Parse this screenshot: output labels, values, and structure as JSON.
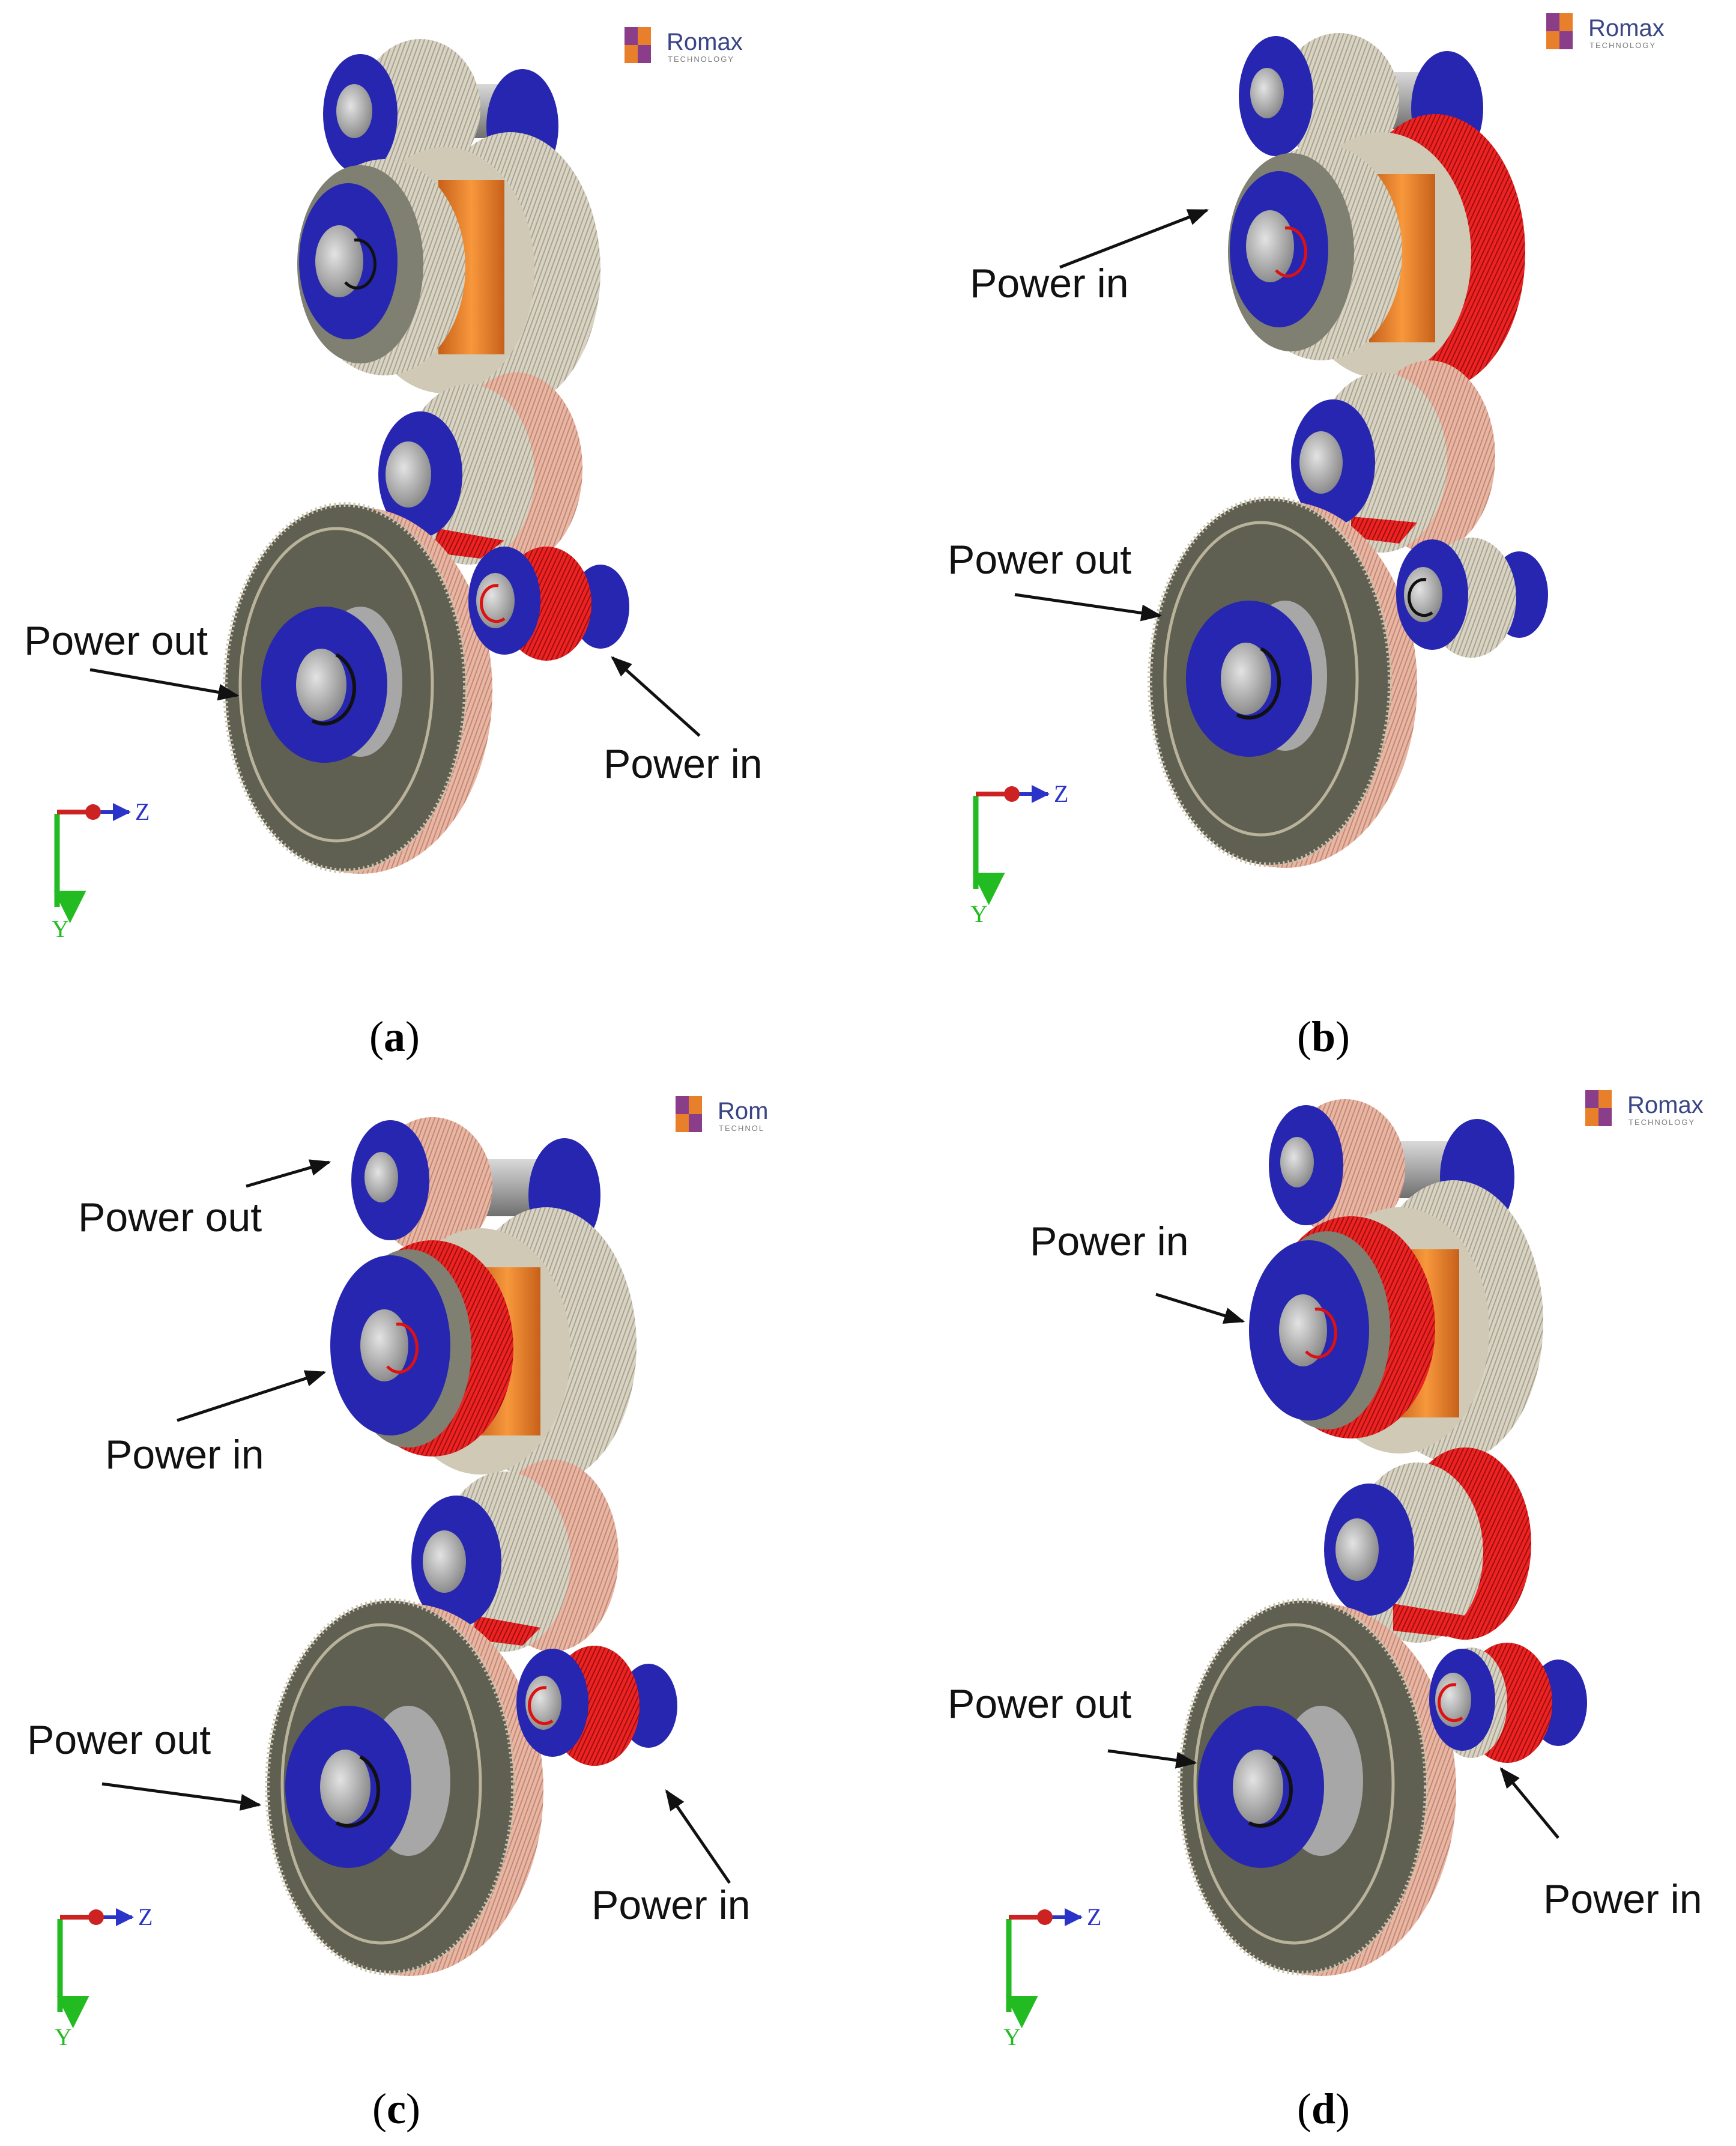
{
  "colors": {
    "gear_beige": "#d8d3c3",
    "gear_pink": "#e8b6a4",
    "gear_red": "#ee2222",
    "gear_dark": "#5f5f52",
    "bearing_blue": "#2626b0",
    "shaft_grey": "#b3b3b3",
    "orange": "#f0842b",
    "axis_y_green": "#22bb22",
    "axis_z_blue": "#2b34c8",
    "axis_x_red": "#cc2222"
  },
  "logo": {
    "name": "Romax",
    "sub": "TECHNOLOGY",
    "name_cut": "Rom",
    "sub_cut": "TECHNOL"
  },
  "axes": {
    "y": "Y",
    "z": "Z"
  },
  "panels": [
    {
      "id": "a",
      "caption": {
        "open": "(",
        "letter": "a",
        "close": ")"
      },
      "annotations": [
        "Power out",
        "Power in"
      ],
      "active_gears": "low-output-and-small-input"
    },
    {
      "id": "b",
      "caption": {
        "open": "(",
        "letter": "b",
        "close": ")"
      },
      "annotations": [
        "Power in",
        "Power out"
      ],
      "active_gears": "upper-intermediate"
    },
    {
      "id": "c",
      "caption": {
        "open": "(",
        "letter": "c",
        "close": ")"
      },
      "annotations": [
        "Power out",
        "Power in",
        "Power out",
        "Power in"
      ],
      "active_gears": "upper-and-lower"
    },
    {
      "id": "d",
      "caption": {
        "open": "(",
        "letter": "d",
        "close": ")"
      },
      "annotations": [
        "Power in",
        "Power out",
        "Power in"
      ],
      "active_gears": "upper-and-lower"
    }
  ]
}
